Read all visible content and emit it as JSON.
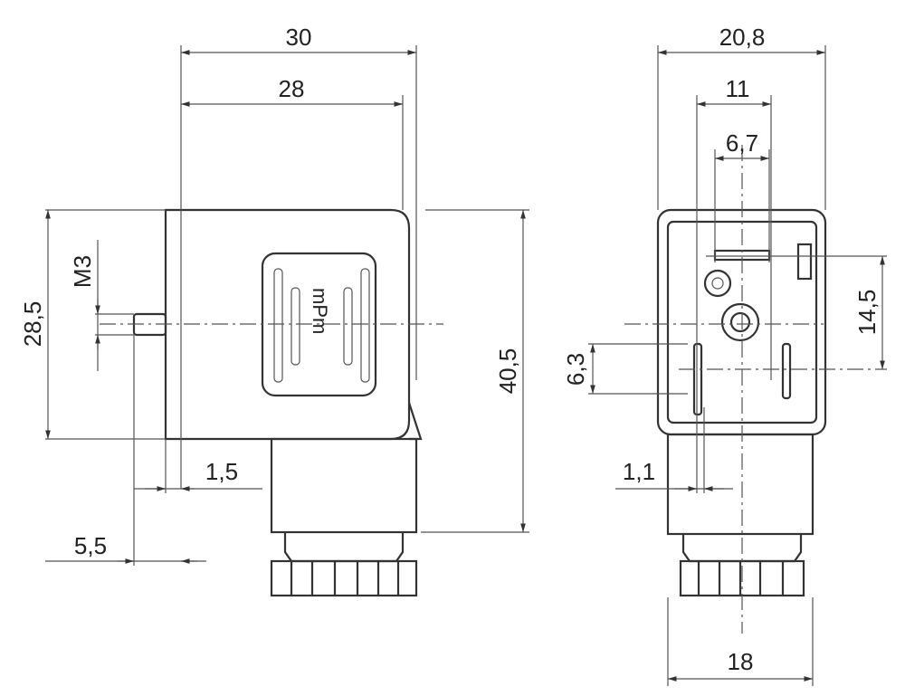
{
  "side_view": {
    "dims": {
      "overall_width": "30",
      "body_width": "28",
      "body_height": "28,5",
      "thread": "M3",
      "total_height": "40,5",
      "offset": "1,5",
      "pin_length": "5,5"
    },
    "logo": "mPm"
  },
  "front_view": {
    "dims": {
      "overall_width": "20,8",
      "outer_pin_span": "11",
      "inner_span": "6,7",
      "vertical_pitch": "14,5",
      "pin_length": "6,3",
      "pin_width": "1,1",
      "base_width": "18"
    }
  },
  "colors": {
    "line": "#333333",
    "background": "#ffffff"
  }
}
